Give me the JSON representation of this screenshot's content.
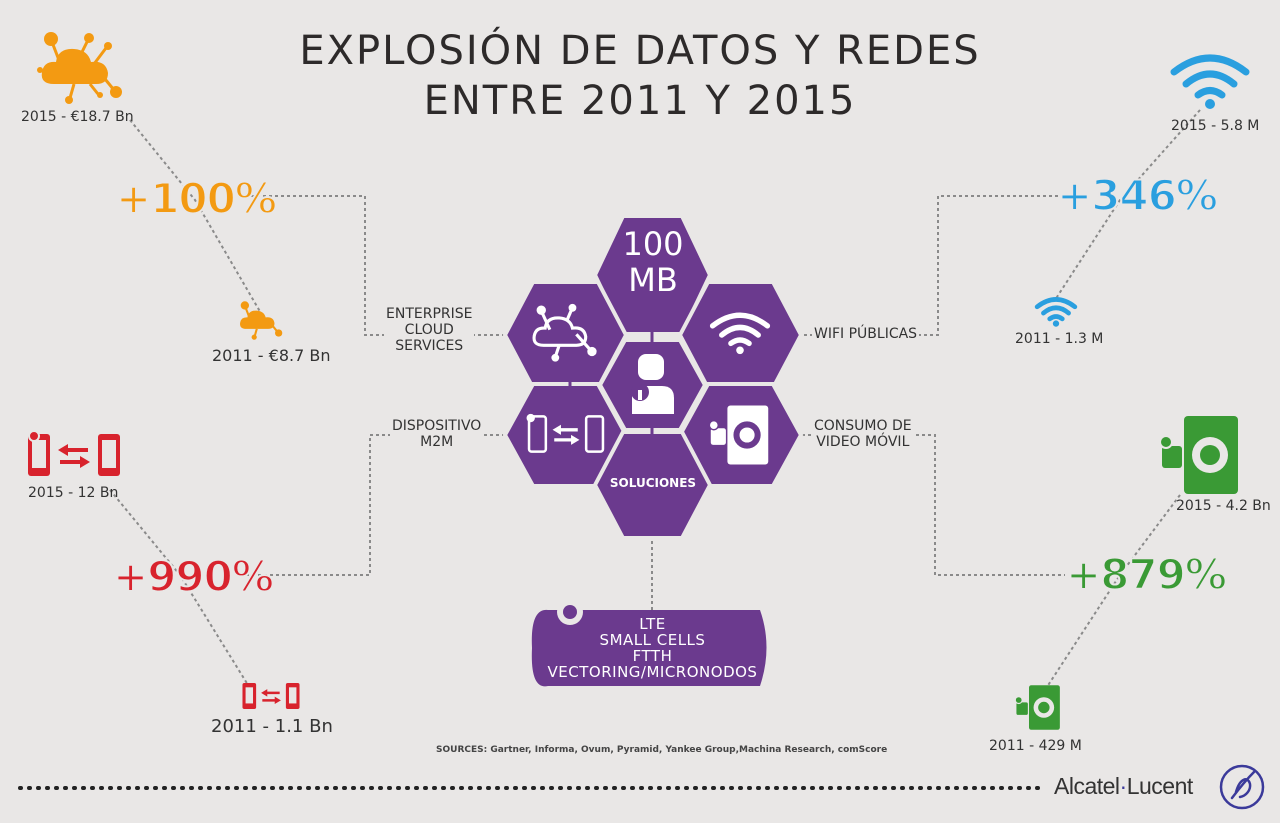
{
  "title": {
    "line1": "EXPLOSIÓN DE DATOS Y REDES",
    "line2": "ENTRE 2011 Y 2015"
  },
  "cloud": {
    "label_2015": "2015 - €18.7 Bn",
    "label_2011": "2011 - €8.7 Bn",
    "growth": "+100%",
    "connector": [
      "ENTERPRISE",
      "CLOUD",
      "SERVICES"
    ],
    "color": "#f39a12"
  },
  "wifi": {
    "label_2015": "2015 - 5.8 M",
    "label_2011": "2011 - 1.3 M",
    "growth": "+346%",
    "connector": [
      "WIFI PÚBLICAS"
    ],
    "color": "#2a9fdf"
  },
  "m2m": {
    "label_2015": "2015 - 12 Bn",
    "label_2011": "2011 - 1.1 Bn",
    "growth": "+990%",
    "connector": [
      "DISPOSITIVO",
      "M2M"
    ],
    "color": "#d8232d"
  },
  "video": {
    "label_2015": "2015 - 4.2 Bn",
    "label_2011": "2011 - 429 M",
    "growth": "+879%",
    "connector": [
      "CONSUMO DE",
      "VIDEO MÓVIL"
    ],
    "color": "#3a9a35"
  },
  "hub": {
    "top_line1": "100",
    "top_line2": "MB",
    "bottom": "SOLUCIONES",
    "color": "#6b3a8e"
  },
  "pill": {
    "lines": [
      "LTE",
      "SMALL CELLS",
      "FTTH",
      "VECTORING/MICRONODOS"
    ]
  },
  "sources": "SOURCES: Gartner, Informa, Ovum, Pyramid, Yankee Group,Machina Research, comScore",
  "logo": {
    "part1": "Alcatel",
    "dot": "·",
    "part2": "Lucent"
  },
  "icons": [
    "cloud-icon",
    "wifi-icon",
    "m2m-phones-icon",
    "video-camera-icon",
    "user-icon",
    "logo-icon"
  ]
}
